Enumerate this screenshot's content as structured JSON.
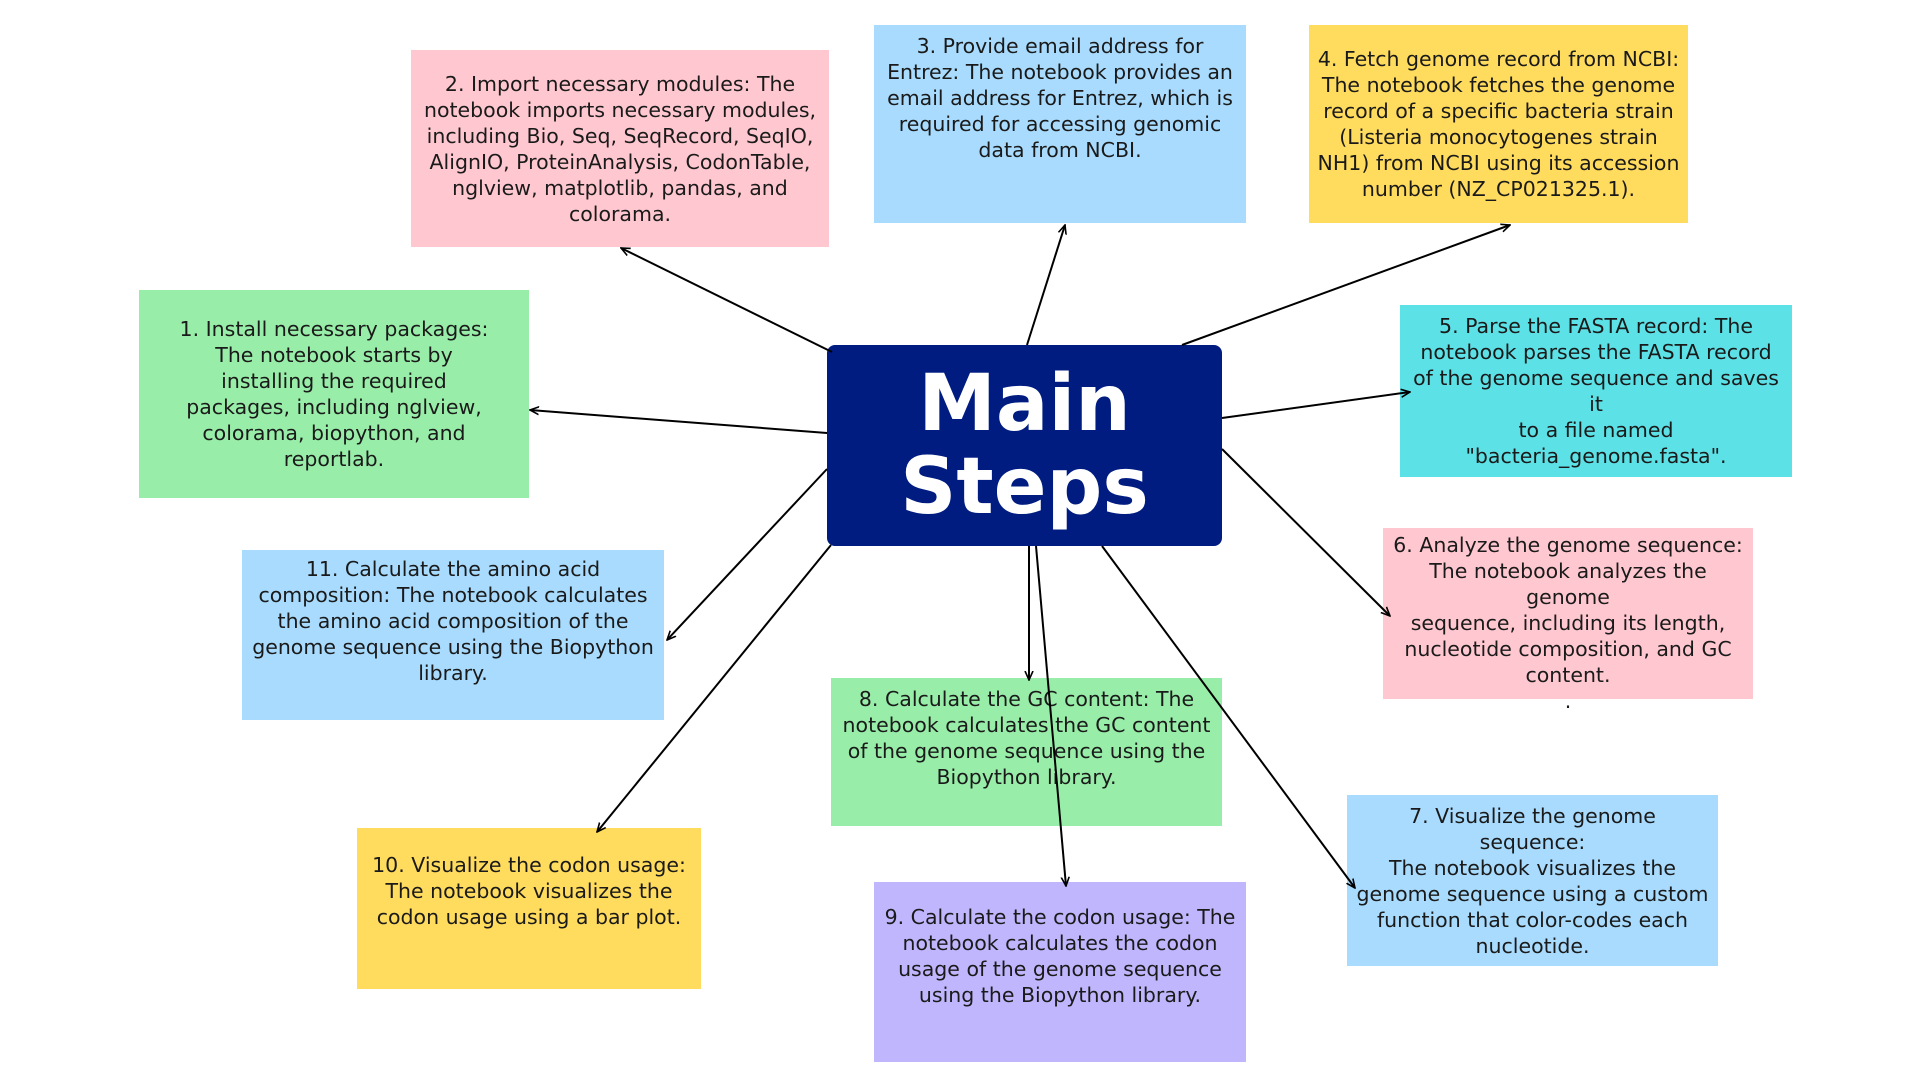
{
  "center": {
    "title_line1": "Main",
    "title_line2": "Steps",
    "color": "#001c80"
  },
  "steps": {
    "s1": {
      "lines": [
        "1.    Install necessary packages:",
        "The notebook starts by",
        "installing the required",
        "packages, including nglview,",
        "colorama, biopython, and",
        "reportlab."
      ],
      "color": "#98eda8"
    },
    "s2": {
      "lines": [
        "2. Import necessary modules: The",
        "notebook imports necessary modules,",
        "including Bio, Seq, SeqRecord, SeqIO,",
        "AlignIO, ProteinAnalysis, CodonTable,",
        "nglview, matplotlib, pandas, and",
        "colorama."
      ],
      "color": "#ffc8d0"
    },
    "s3": {
      "lines": [
        "3.  Provide email address for",
        "Entrez: The notebook provides an",
        "email address for Entrez, which is",
        "required for accessing genomic",
        "data from NCBI."
      ],
      "color": "#a8dbfd"
    },
    "s4": {
      "lines": [
        "4. Fetch genome record from NCBI:",
        "The notebook fetches the genome",
        "record of a specific bacteria strain",
        "(Listeria monocytogenes strain",
        "NH1) from NCBI using its accession",
        "number (NZ_CP021325.1)."
      ],
      "color": "#ffdb5e"
    },
    "s5": {
      "lines": [
        "5. Parse the FASTA record: The",
        "notebook parses the FASTA record",
        "of the genome sequence and saves it",
        "to a file named",
        "\"bacteria_genome.fasta\"."
      ],
      "color": "#5ce1e6"
    },
    "s6": {
      "lines": [
        "6. Analyze the genome sequence:",
        "The notebook analyzes the genome",
        "sequence, including its length,",
        "nucleotide composition, and GC",
        "content.",
        "."
      ],
      "color": "#ffc8d0"
    },
    "s7": {
      "lines": [
        "7. Visualize the genome sequence:",
        "The notebook visualizes the",
        "genome sequence using a custom",
        "function that color-codes each",
        "nucleotide."
      ],
      "color": "#a8dbfd"
    },
    "s8": {
      "lines": [
        "8. Calculate the GC content: The",
        "notebook calculates the GC content",
        "of the genome sequence using the",
        "Biopython library."
      ],
      "color": "#98eda8"
    },
    "s9": {
      "lines": [
        "9. Calculate the codon usage: The",
        "notebook calculates the codon",
        "usage of the genome sequence",
        "using the Biopython library."
      ],
      "color": "#c0b6fd"
    },
    "s10": {
      "lines": [
        "10. Visualize the codon usage:",
        "The notebook visualizes the",
        "codon usage using a bar plot."
      ],
      "color": "#ffdb5e"
    },
    "s11": {
      "lines": [
        "11. Calculate the amino acid",
        "composition: The notebook calculates",
        "the amino acid composition of the",
        "genome sequence using the Biopython",
        "library."
      ],
      "color": "#a8dbfd"
    }
  }
}
